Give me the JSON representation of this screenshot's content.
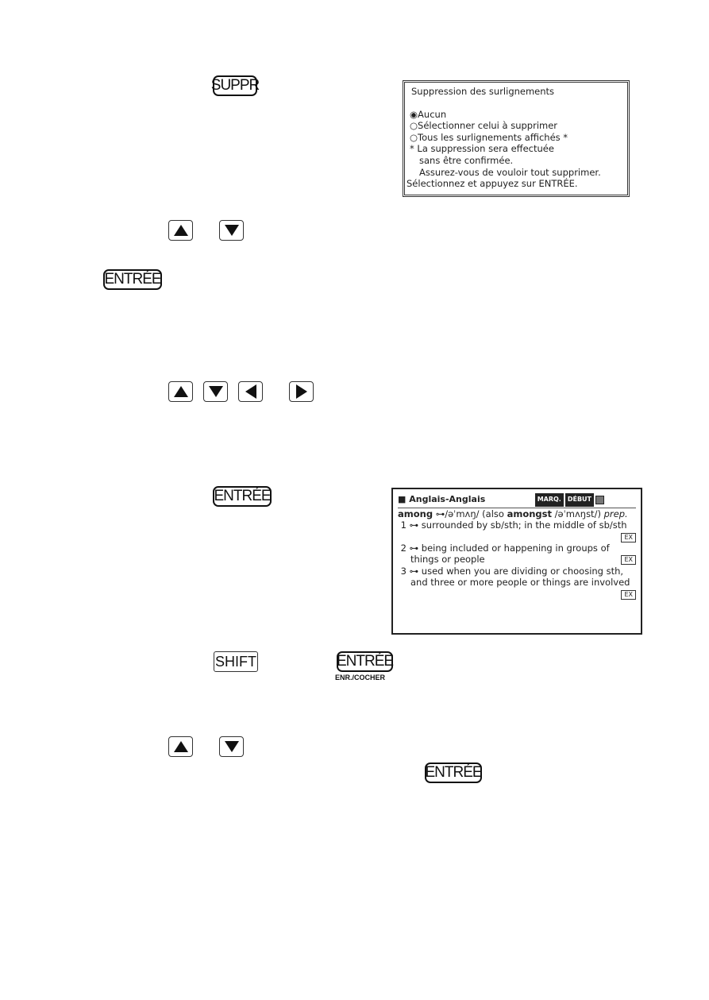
{
  "keys": {
    "suppr": "SUPPR",
    "entree": "ENTRÉE",
    "shift": "SHIFT",
    "entree_sub": "ENR./COCHER"
  },
  "screen1": {
    "title": "Suppression des surlignements",
    "options": [
      {
        "label": "Aucun",
        "selected": true
      },
      {
        "label": "Sélectionner celui à supprimer",
        "selected": false
      },
      {
        "label": "Tous les surlignements affichés *",
        "selected": false
      }
    ],
    "note": [
      "* La suppression sera effectuée",
      "sans être confirmée.",
      "Assurez-vous de vouloir tout supprimer."
    ],
    "footer": "Sélectionnez et appuyez sur ENTRÉE."
  },
  "screen2": {
    "title": "Anglais-Anglais",
    "badge1": "MARQ.",
    "badge2": "DÉBUT",
    "headword": "among",
    "pron": "/əˈmʌŋ/ (also",
    "alt": "amongst",
    "alt_pron": "/əˈmʌŋst/)",
    "pos": "prep.",
    "senses": [
      {
        "num": "1",
        "lines": [
          "surrounded by sb/sth; in the middle of sb/sth"
        ]
      },
      {
        "num": "2",
        "lines": [
          "being included or happening in groups of",
          "things or people"
        ]
      },
      {
        "num": "3",
        "lines": [
          "used when you are dividing or choosing sth,",
          "and three or more people or things are involved"
        ]
      }
    ],
    "ex": "EX",
    "key_icon": "⊶"
  }
}
